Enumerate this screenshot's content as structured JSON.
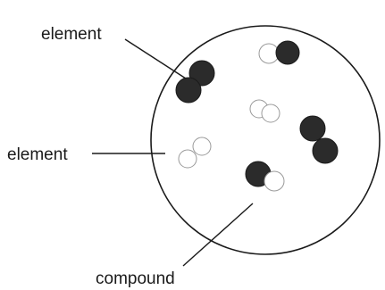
{
  "labels": {
    "element_top": "element",
    "element_left": "element",
    "compound": "compound"
  },
  "colors": {
    "dark_atom": "#2b2b2b",
    "light_atom": "#ffffff",
    "outline": "#1a1a1a"
  },
  "particles": [
    {
      "kind": "element",
      "atoms": [
        "dark",
        "dark"
      ]
    },
    {
      "kind": "compound",
      "atoms": [
        "light",
        "dark"
      ]
    },
    {
      "kind": "element",
      "atoms": [
        "light",
        "light"
      ]
    },
    {
      "kind": "element",
      "atoms": [
        "dark",
        "dark"
      ]
    },
    {
      "kind": "element",
      "atoms": [
        "light",
        "light"
      ]
    },
    {
      "kind": "compound",
      "atoms": [
        "dark",
        "light"
      ]
    }
  ]
}
